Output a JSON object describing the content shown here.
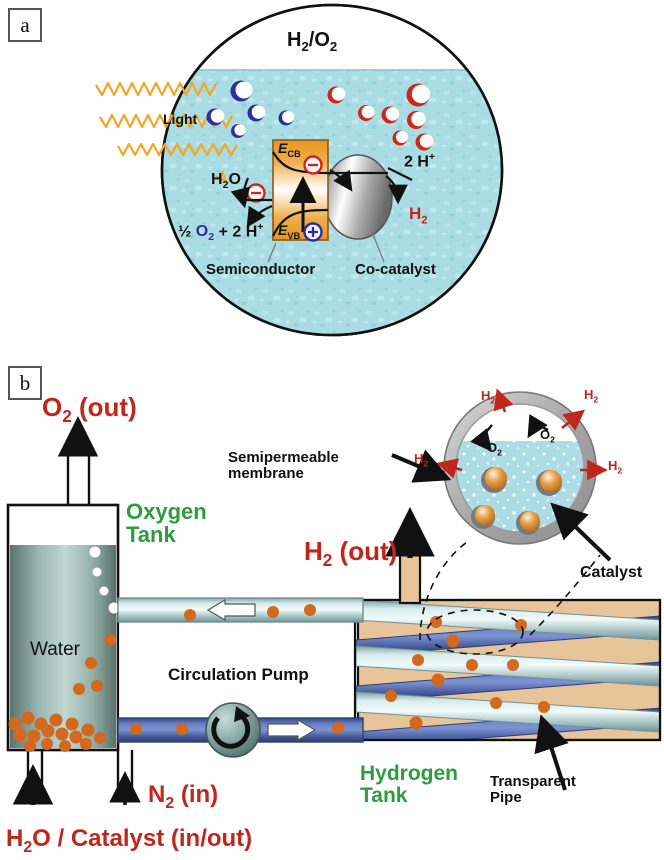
{
  "figure": {
    "panels": [
      {
        "id": "a",
        "label": "a"
      },
      {
        "id": "b",
        "label": "b"
      }
    ]
  },
  "panel_a": {
    "headspace_label": "H2/O2",
    "headspace_html": "H<sub>2</sub>/O<sub>2</sub>",
    "light_label": "Light",
    "water_label": "H2O",
    "water_html": "H<sub>2</sub>O",
    "oxidation_products": "½ O2 + 2 H+",
    "cb_label": "ECB",
    "vb_label": "EVB",
    "electron_symbol": "−",
    "hole_symbol": "+",
    "proton_label": "2 H+",
    "hydrogen_label": "H2",
    "semiconductor_label": "Semiconductor",
    "cocatalyst_label": "Co-catalyst",
    "colors": {
      "water": "#A9DCE3",
      "semiconductor": "#E8951E",
      "light": "#F5A623",
      "electron_ring": "#D0251C",
      "hole_ring": "#2B2F9E",
      "oxygen_bubble": "#2B2F9E",
      "hydrogen_bubble": "#D0251C",
      "cocatalyst": "#8C8C8C"
    }
  },
  "panel_b": {
    "oxygen_out_label": "O2 (out)",
    "oxygen_tank_label": "Oxygen Tank",
    "oxygen_tank_line1": "Oxygen",
    "oxygen_tank_line2": "Tank",
    "water_label": "Water",
    "pump_label": "Circulation Pump",
    "hydrogen_out_label": "H2 (out)",
    "hydrogen_tank_line1": "Hydrogen",
    "hydrogen_tank_line2": "Tank",
    "transparent_pipe_line1": "Transparent",
    "transparent_pipe_line2": "Pipe",
    "nitrogen_in_label": "N2 (in)",
    "water_catalyst_label": "H2O / Catalyst (in/out)",
    "semipermeable_line1": "Semipermeable",
    "semipermeable_line2": "membrane",
    "catalyst_label": "Catalyst",
    "inset": {
      "hydrogen_labels": [
        "H2",
        "H2",
        "H2",
        "H2"
      ],
      "oxygen_labels": [
        "O2",
        "O2"
      ],
      "catalyst_particle_count": 4
    },
    "colors": {
      "accent_red": "#C0271C",
      "accent_green": "#2E9B3E",
      "tank_water_dark": "#5F7670",
      "tank_water_light": "#BBD2CC",
      "pipe_light": "#A8C6C6",
      "pipe_dark": "#4A5FA5",
      "frame_tan": "#E8C49A",
      "catalyst_particle": "#D2691E",
      "membrane_gray": "#B0B0B0",
      "inset_water": "#A9DCE3"
    }
  }
}
